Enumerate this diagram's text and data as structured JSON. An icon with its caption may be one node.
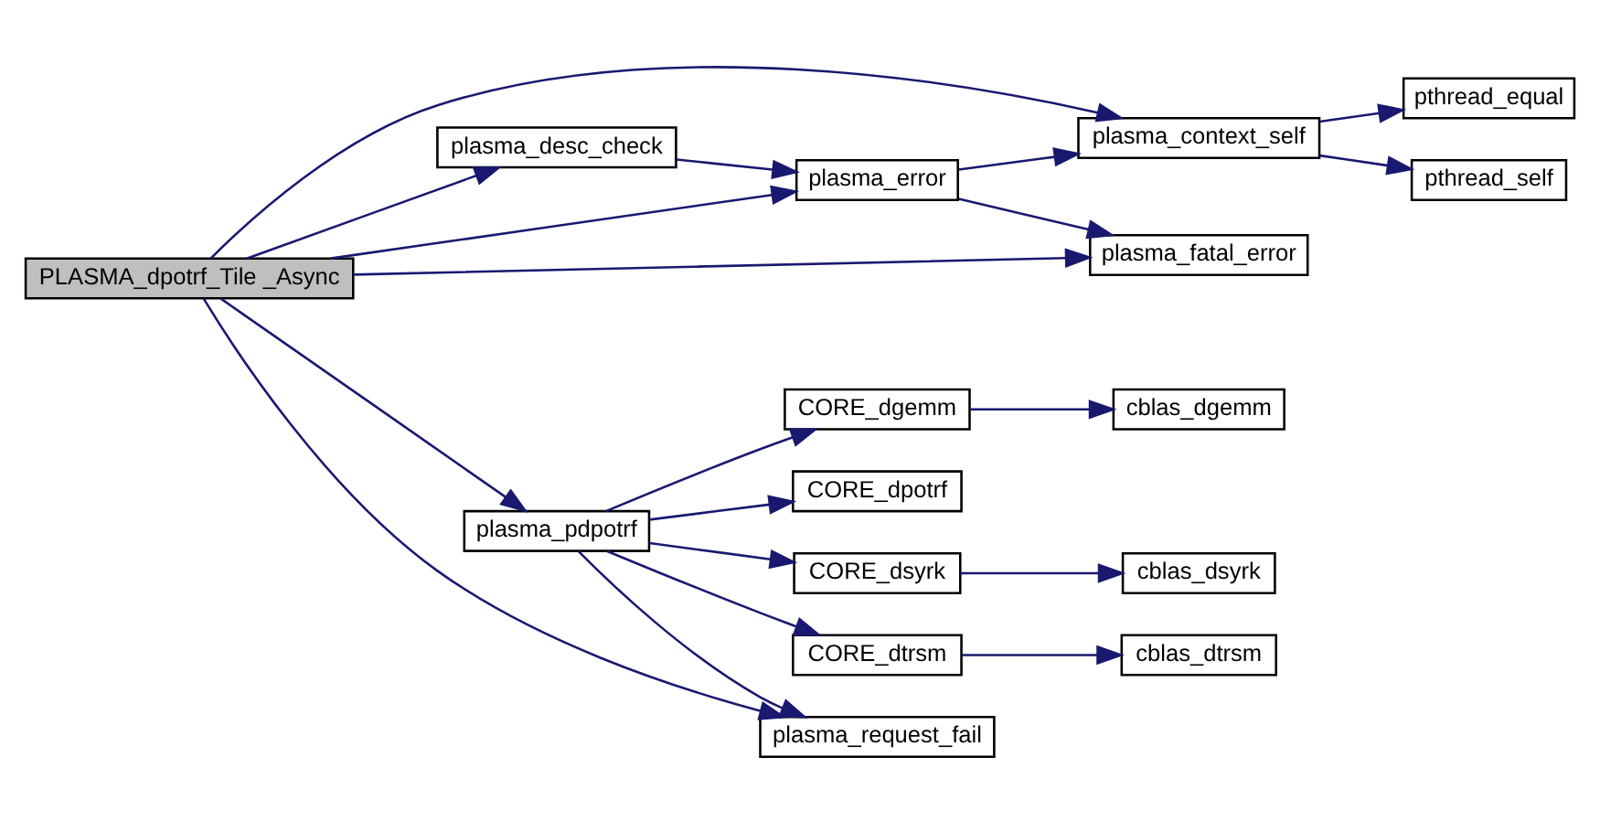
{
  "diagram": {
    "nodes": [
      {
        "text": [
          "PLASMA_dpotrf_Tile _Async"
        ]
      },
      {
        "text": [
          "plasma_context_self"
        ]
      },
      {
        "text": [
          "pthread_equal"
        ]
      },
      {
        "text": [
          "pthread_self"
        ]
      },
      {
        "text": [
          "plasma_desc_check"
        ]
      },
      {
        "text": [
          "plasma_error"
        ]
      },
      {
        "text": [
          "plasma_fatal_error"
        ]
      },
      {
        "text": [
          "plasma_pdpotrf"
        ]
      },
      {
        "text": [
          "CORE_dgemm"
        ]
      },
      {
        "text": [
          "cblas_dgemm"
        ]
      },
      {
        "text": [
          "CORE_dpotrf"
        ]
      },
      {
        "text": [
          "CORE_dsyrk"
        ]
      },
      {
        "text": [
          "cblas_dsyrk"
        ]
      },
      {
        "text": [
          "CORE_dtrsm"
        ]
      },
      {
        "text": [
          "cblas_dtrsm"
        ]
      },
      {
        "text": [
          "plasma_request_fail"
        ]
      }
    ],
    "edges": [
      {
        "from": 0,
        "to": 1,
        "arrow": "to"
      },
      {
        "from": 0,
        "to": 4,
        "arrow": "to"
      },
      {
        "from": 0,
        "to": 5,
        "arrow": "to"
      },
      {
        "from": 0,
        "to": 6,
        "arrow": "to"
      },
      {
        "from": 0,
        "to": 7,
        "arrow": "to"
      },
      {
        "from": 0,
        "to": 15,
        "arrow": "to"
      },
      {
        "from": 1,
        "to": 2,
        "arrow": "to"
      },
      {
        "from": 1,
        "to": 3,
        "arrow": "to"
      },
      {
        "from": 4,
        "to": 5,
        "arrow": "to"
      },
      {
        "from": 5,
        "to": 1,
        "arrow": "to"
      },
      {
        "from": 5,
        "to": 6,
        "arrow": "to"
      },
      {
        "from": 7,
        "to": 8,
        "arrow": "to"
      },
      {
        "from": 7,
        "to": 10,
        "arrow": "to"
      },
      {
        "from": 7,
        "to": 11,
        "arrow": "to"
      },
      {
        "from": 7,
        "to": 13,
        "arrow": "to"
      },
      {
        "from": 7,
        "to": 15,
        "arrow": "to"
      },
      {
        "from": 8,
        "to": 9,
        "arrow": "to"
      },
      {
        "from": 11,
        "to": 12,
        "arrow": "to"
      },
      {
        "from": 13,
        "to": 14,
        "arrow": "to"
      }
    ]
  }
}
